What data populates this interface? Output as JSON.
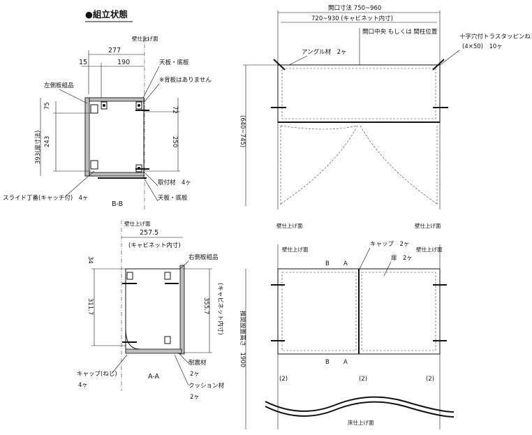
{
  "title": "●組立状態",
  "left_top": {
    "wall_ref": "壁仕上げ面",
    "dim_277": "277",
    "dim_15": "15",
    "dim_190": "190",
    "left_side_panel": "左側板組品",
    "top_bottom_top": "天板・底板",
    "no_back_panel": "※背板はありません",
    "dim_75": "75",
    "dim_243": "243",
    "dim_393": "393(扉寸法)",
    "dim_72": "72",
    "dim_250": "250",
    "mount_bracket": "取付材　4ヶ",
    "top_bottom_bottom": "天板・底板",
    "slide_hinge": "スライド丁番(キャッチ付)　4ヶ",
    "section": "B-B"
  },
  "left_bottom": {
    "wall_ref": "壁仕上げ面",
    "dim_2575": "257.5",
    "cabinet_inner": "(キャビネット内寸)",
    "right_side_panel": "右側板組品",
    "dim_34": "34",
    "dim_3117": "311.7",
    "dim_3557": "355.7",
    "cabinet_inner_v": "(キャビネット内寸)",
    "seismic": "耐震材",
    "seismic_qty": "2ヶ",
    "cushion": "クッション材",
    "cushion_qty": "2ヶ",
    "cap_screw": "キャップ(ねじ)",
    "cap_qty": "4ヶ",
    "section": "A-A"
  },
  "right_top": {
    "opening": "開口寸法 750~960",
    "cabinet_range": "720~930 (キャビネット内寸)",
    "center_note": "開口中央 もしくは 間柱位置",
    "screw": "十字穴付トラスタッピンねじ",
    "screw_spec": "(4×50)　10ヶ",
    "angle": "アングル材　2ヶ",
    "depth": "(640~745)",
    "wall_left": "壁仕上げ面",
    "wall_right": "壁仕上げ面"
  },
  "right_bottom": {
    "wall_left": "壁仕上げ面",
    "wall_right": "壁仕上げ面",
    "cap": "キャップ　2ヶ",
    "door": "扉　2ヶ",
    "cut_b_top": "B",
    "cut_a_top": "A",
    "cut_b_bot": "B",
    "cut_a_bot": "A",
    "recommended_height": "推奨設置高さ　1900",
    "gap_left": "(2)",
    "gap_mid": "(2)",
    "gap_right": "(2)",
    "floor": "床仕上げ面"
  }
}
